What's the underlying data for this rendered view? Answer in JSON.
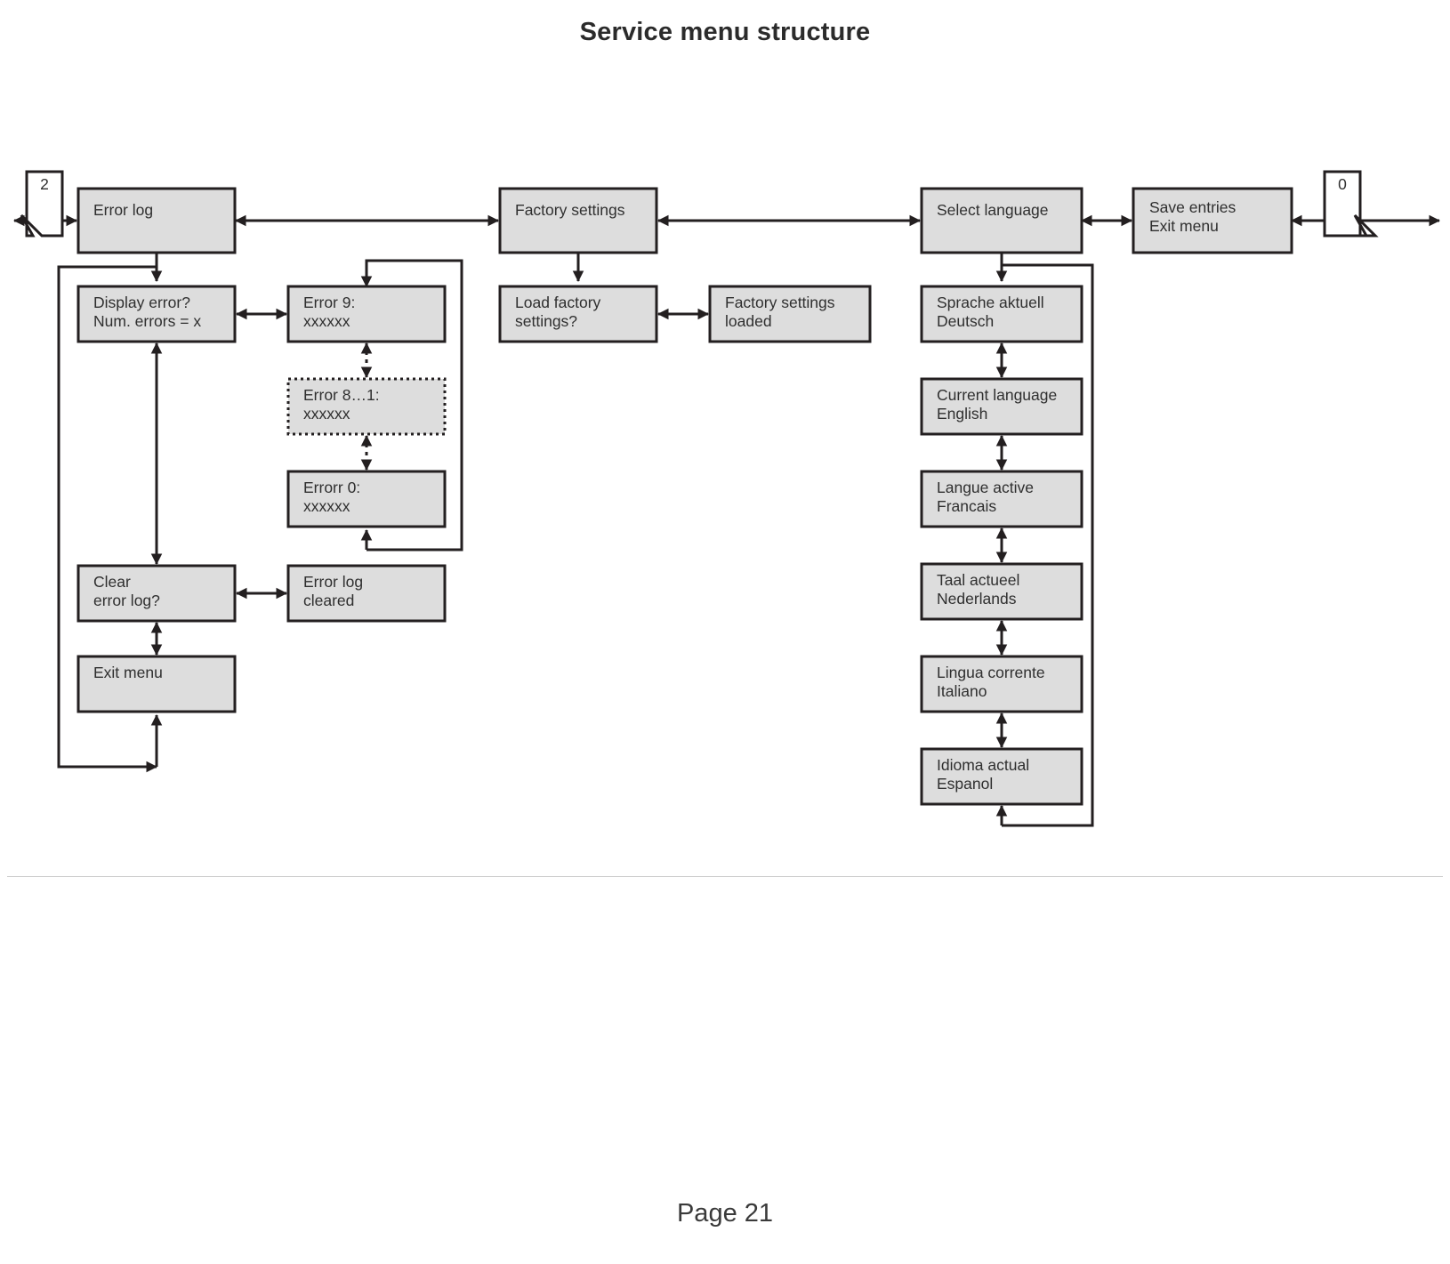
{
  "document": {
    "title": "Service menu structure",
    "footer": "Page 21"
  },
  "chart_data": {
    "type": "diagram",
    "title": "Service menu structure",
    "diagram_kind": "flowchart",
    "colors": {
      "node_fill": "#dddddd",
      "node_stroke": "#231f20",
      "background": "#ffffff",
      "text": "#2f2f2f"
    },
    "columns": [
      {
        "name": "error-log",
        "root": "Error log",
        "nodes": [
          "Error log",
          "Display error? / Num. errors = x",
          "Error 9: xxxxxx",
          "Error 8...1: xxxxxx",
          "Errorr 0: xxxxxx",
          "Clear error log?",
          "Error log cleared",
          "Exit menu"
        ]
      },
      {
        "name": "factory-settings",
        "root": "Factory settings",
        "nodes": [
          "Factory settings",
          "Load factory settings?",
          "Factory settings loaded"
        ]
      },
      {
        "name": "select-language",
        "root": "Select language",
        "nodes": [
          "Select language",
          "Sprache aktuell Deutsch",
          "Current language English",
          "Langue active Francais",
          "Taal actueel Nederlands",
          "Lingua corrente Italiano",
          "Idioma actual Espanol"
        ]
      },
      {
        "name": "save-entries",
        "root": "Save entries / Exit menu",
        "nodes": [
          "Save entries Exit menu"
        ]
      }
    ]
  },
  "callouts": {
    "left": {
      "label": "2"
    },
    "right": {
      "label": "0"
    }
  },
  "nodes": {
    "error_log": {
      "line1": "Error log",
      "line2": ""
    },
    "display_error": {
      "line1": "Display error?",
      "line2": "Num. errors = x"
    },
    "error_9": {
      "line1": "Error 9:",
      "line2": "xxxxxx"
    },
    "error_8_1": {
      "line1": "Error 8…1:",
      "line2": "xxxxxx"
    },
    "error_0": {
      "line1": "Errorr 0:",
      "line2": "xxxxxx"
    },
    "clear_error_log": {
      "line1": "Clear",
      "line2": "error log?"
    },
    "error_log_cleared": {
      "line1": "Error log",
      "line2": "cleared"
    },
    "exit_menu_left": {
      "line1": "Exit menu",
      "line2": ""
    },
    "factory_settings": {
      "line1": "Factory settings",
      "line2": ""
    },
    "load_factory_settings": {
      "line1": "Load factory",
      "line2": "settings?"
    },
    "factory_settings_loaded": {
      "line1": "Factory settings",
      "line2": "loaded"
    },
    "select_language": {
      "line1": "Select language",
      "line2": ""
    },
    "save_entries": {
      "line1": "Save entries",
      "line2": "Exit menu"
    },
    "lang_de": {
      "line1": "Sprache aktuell",
      "line2": "Deutsch"
    },
    "lang_en": {
      "line1": "Current language",
      "line2": "English"
    },
    "lang_fr": {
      "line1": "Langue active",
      "line2": "Francais"
    },
    "lang_nl": {
      "line1": "Taal actueel",
      "line2": "Nederlands"
    },
    "lang_it": {
      "line1": "Lingua corrente",
      "line2": "Italiano"
    },
    "lang_es": {
      "line1": "Idioma actual",
      "line2": "Espanol"
    }
  }
}
